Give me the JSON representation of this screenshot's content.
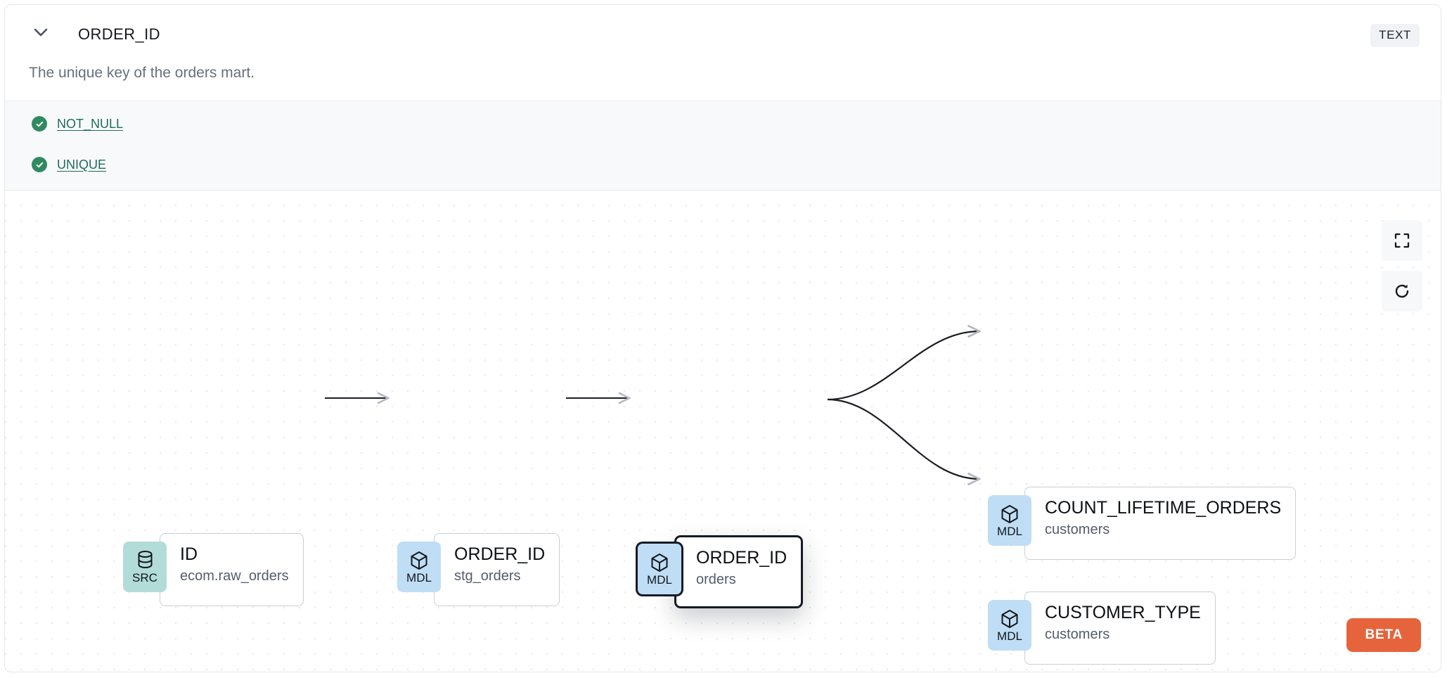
{
  "header": {
    "collapse_icon": "chevron-down-icon",
    "title": "ORDER_ID",
    "type_badge": "TEXT",
    "description": "The unique key of the orders mart."
  },
  "tests": {
    "items": [
      {
        "icon": "check-circle-icon",
        "label": "NOT_NULL",
        "status": "passed"
      },
      {
        "icon": "check-circle-icon",
        "label": "UNIQUE",
        "status": "passed"
      }
    ]
  },
  "lineage": {
    "nodes": [
      {
        "id": "src-id",
        "kind": "SRC",
        "kind_icon": "database-icon",
        "name": "ID",
        "resource": "ecom.raw_orders",
        "selected": false
      },
      {
        "id": "stg-order-id",
        "kind": "MDL",
        "kind_icon": "cube-icon",
        "name": "ORDER_ID",
        "resource": "stg_orders",
        "selected": false
      },
      {
        "id": "orders-order-id",
        "kind": "MDL",
        "kind_icon": "cube-icon",
        "name": "ORDER_ID",
        "resource": "orders",
        "selected": true
      },
      {
        "id": "count-lifetime",
        "kind": "MDL",
        "kind_icon": "cube-icon",
        "name": "COUNT_LIFETIME_ORDERS",
        "resource": "customers",
        "selected": false
      },
      {
        "id": "customer-type",
        "kind": "MDL",
        "kind_icon": "cube-icon",
        "name": "CUSTOMER_TYPE",
        "resource": "customers",
        "selected": false
      }
    ],
    "edges": [
      {
        "from": "src-id",
        "to": "stg-order-id",
        "style": "straight"
      },
      {
        "from": "stg-order-id",
        "to": "orders-order-id",
        "style": "straight"
      },
      {
        "from": "orders-order-id",
        "to": "count-lifetime",
        "style": "bezier"
      },
      {
        "from": "orders-order-id",
        "to": "customer-type",
        "style": "bezier"
      }
    ],
    "controls": [
      {
        "icon": "fit-view-icon",
        "name": "fit-view"
      },
      {
        "icon": "refresh-icon",
        "name": "reset-layout"
      }
    ],
    "beta_badge": "BETA"
  },
  "colors": {
    "src_badge": "#b2dcd8",
    "mdl_badge": "#bfdef5",
    "test_pass": "#2f8a62",
    "test_link": "#1f6b5e",
    "beta": "#e6643c",
    "type_badge_bg": "#f0f2f5",
    "selected_border": "#151a24"
  }
}
